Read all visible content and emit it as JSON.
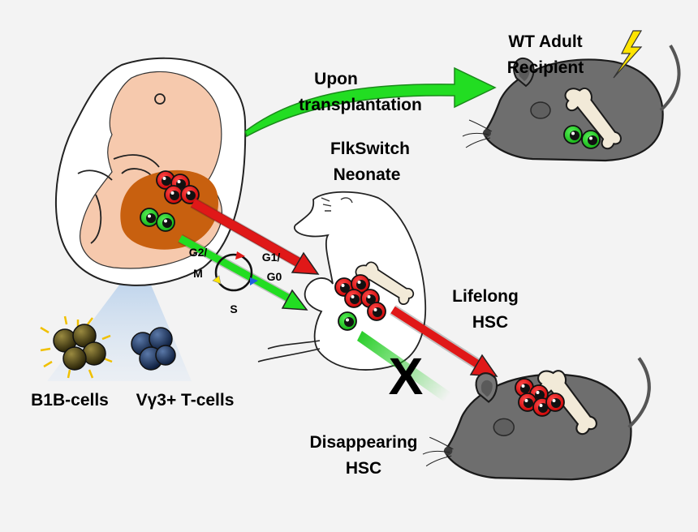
{
  "labels": {
    "upon_line1": "Upon",
    "upon_line2": "transplantation",
    "wt_line1": "WT Adult",
    "wt_line2": "Recipient",
    "flk_line1": "FlkSwitch",
    "flk_line2": "Neonate",
    "lifelong_line1": "Lifelong",
    "lifelong_line2": "HSC",
    "disappearing_line1": "Disappearing",
    "disappearing_line2": "HSC",
    "b1b": "B1B-cells",
    "vg3": "Vγ3+ T-cells",
    "x_mark": "X",
    "cycle_g2": "G2/",
    "cycle_m": "M",
    "cycle_g1": "G1/",
    "cycle_g0": "G0",
    "cycle_s": "S"
  },
  "colors": {
    "background": "#f3f3f3",
    "embryo_skin": "#f6c9ad",
    "liver": "#c8600f",
    "red_cell": "#e01010",
    "green_cell": "#1dd11d",
    "green_arrow": "#22dd22",
    "red_arrow": "#e01818",
    "mouse_grey": "#6e6e6e",
    "bone": "#f2ead8",
    "bolt": "#ffe400",
    "beam": "#a9c7e8"
  }
}
